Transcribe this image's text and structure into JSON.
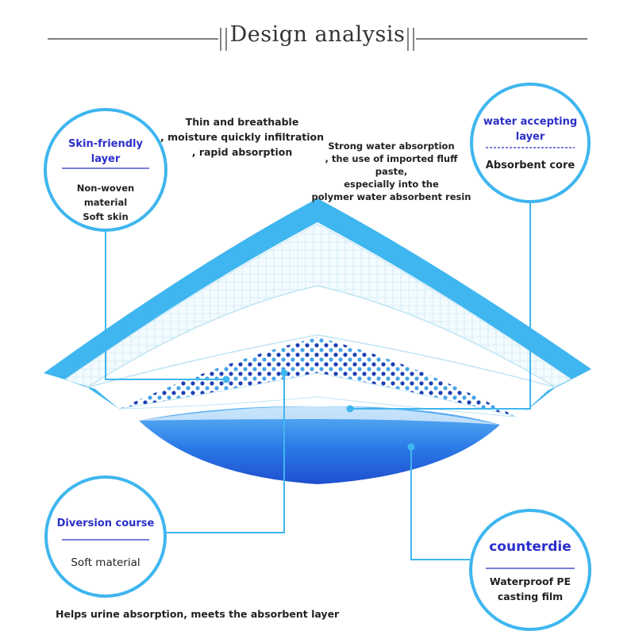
{
  "title": "Design analysis",
  "top_note": [
    "Thin and breathable",
    ", moisture quickly infiltration",
    ", rapid absorption"
  ],
  "right_note": [
    "Strong water absorption",
    ", the use of imported fluff paste,",
    "especially into the",
    "polymer water absorbent resin"
  ],
  "bottom_note": "Helps urine absorption, meets the absorbent layer",
  "circles": {
    "skin": {
      "title": [
        "Skin-friendly",
        "layer"
      ],
      "sub": [
        "Non-woven material",
        "Soft skin"
      ]
    },
    "water": {
      "title": [
        "water accepting",
        "layer"
      ],
      "sub": [
        "Absorbent core"
      ]
    },
    "diversion": {
      "title": [
        "Diversion course"
      ],
      "sub": [
        "Soft material"
      ]
    },
    "counter": {
      "title": [
        "counterdie"
      ],
      "sub": [
        "Waterproof PE",
        "casting film"
      ]
    }
  },
  "colors": {
    "accent": "#3fb6ef",
    "label_blue": "#2b2fc9",
    "bottom_blue": "#1f4fd0"
  }
}
